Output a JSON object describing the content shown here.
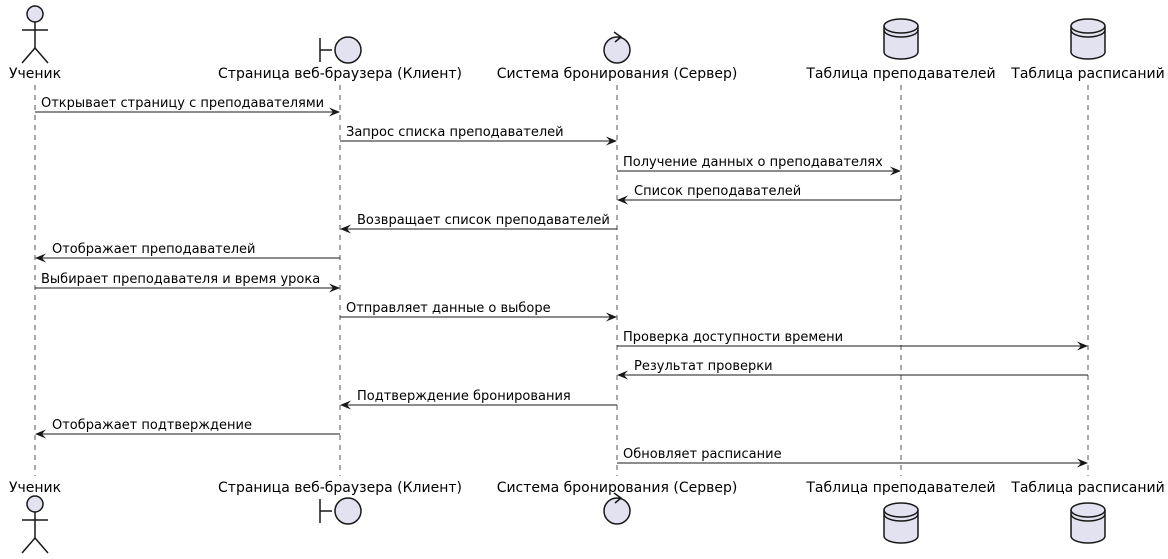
{
  "diagram": {
    "type": "sequence",
    "participants": [
      {
        "id": "student",
        "label": "Ученик",
        "kind": "actor",
        "icon": "actor-icon"
      },
      {
        "id": "browser",
        "label": "Страница веб-браузера (Клиент)",
        "kind": "boundary",
        "icon": "boundary-icon"
      },
      {
        "id": "server",
        "label": "Система бронирования (Сервер)",
        "kind": "control",
        "icon": "control-icon"
      },
      {
        "id": "teachers_table",
        "label": "Таблица преподавателей",
        "kind": "database",
        "icon": "database-icon"
      },
      {
        "id": "schedule_table",
        "label": "Таблица расписаний",
        "kind": "database",
        "icon": "database-icon"
      }
    ],
    "messages": [
      {
        "from": "student",
        "to": "browser",
        "label": "Открывает страницу с преподавателями"
      },
      {
        "from": "browser",
        "to": "server",
        "label": "Запрос списка преподавателей"
      },
      {
        "from": "server",
        "to": "teachers_table",
        "label": "Получение данных о преподавателях"
      },
      {
        "from": "teachers_table",
        "to": "server",
        "label": "Список преподавателей"
      },
      {
        "from": "server",
        "to": "browser",
        "label": "Возвращает список преподавателей"
      },
      {
        "from": "browser",
        "to": "student",
        "label": "Отображает преподавателей"
      },
      {
        "from": "student",
        "to": "browser",
        "label": "Выбирает преподавателя и время урока"
      },
      {
        "from": "browser",
        "to": "server",
        "label": "Отправляет данные о выборе"
      },
      {
        "from": "server",
        "to": "schedule_table",
        "label": "Проверка доступности времени"
      },
      {
        "from": "schedule_table",
        "to": "server",
        "label": "Результат проверки"
      },
      {
        "from": "server",
        "to": "browser",
        "label": "Подтверждение бронирования"
      },
      {
        "from": "browser",
        "to": "student",
        "label": "Отображает подтверждение"
      },
      {
        "from": "server",
        "to": "schedule_table",
        "label": "Обновляет расписание"
      }
    ],
    "colors": {
      "participant_fill": "#E2E2F0",
      "stroke": "#181818",
      "lifeline": "#555555",
      "background": "#FFFFFF"
    }
  }
}
